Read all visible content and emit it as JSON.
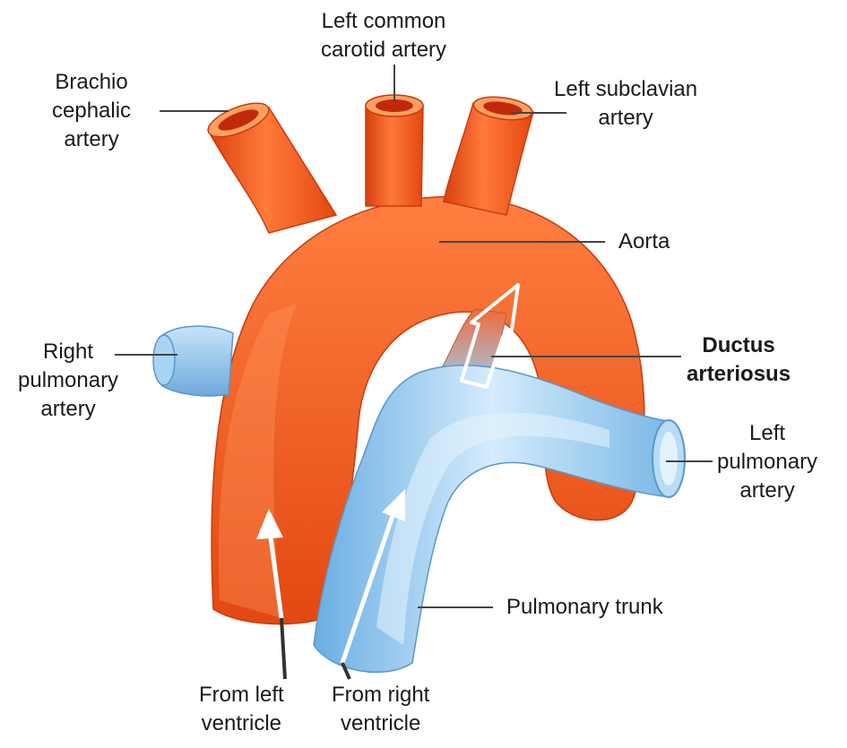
{
  "labels": {
    "brachiocephalic": [
      "Brachio",
      "cephalic",
      "artery"
    ],
    "left_common_carotid": [
      "Left common",
      "carotid artery"
    ],
    "left_subclavian": [
      "Left subclavian",
      "artery"
    ],
    "aorta": [
      "Aorta"
    ],
    "right_pulmonary": [
      "Right",
      "pulmonary",
      "artery"
    ],
    "ductus_arteriosus": [
      "Ductus",
      "arteriosus"
    ],
    "left_pulmonary": [
      "Left",
      "pulmonary",
      "artery"
    ],
    "pulmonary_trunk": [
      "Pulmonary trunk"
    ],
    "from_left_ventricle": [
      "From left",
      "ventricle"
    ],
    "from_right_ventricle": [
      "From right",
      "ventricle"
    ]
  },
  "colors": {
    "aorta": "#f0541e",
    "aorta_dark": "#d63d10",
    "aorta_light": "#ff8a4a",
    "pulmonary": "#8fc6ee",
    "pulmonary_dark": "#5c9fd6",
    "pulmonary_light": "#c8e6fb",
    "vessel_lumen": "#c2290b",
    "leader": "#444444"
  }
}
